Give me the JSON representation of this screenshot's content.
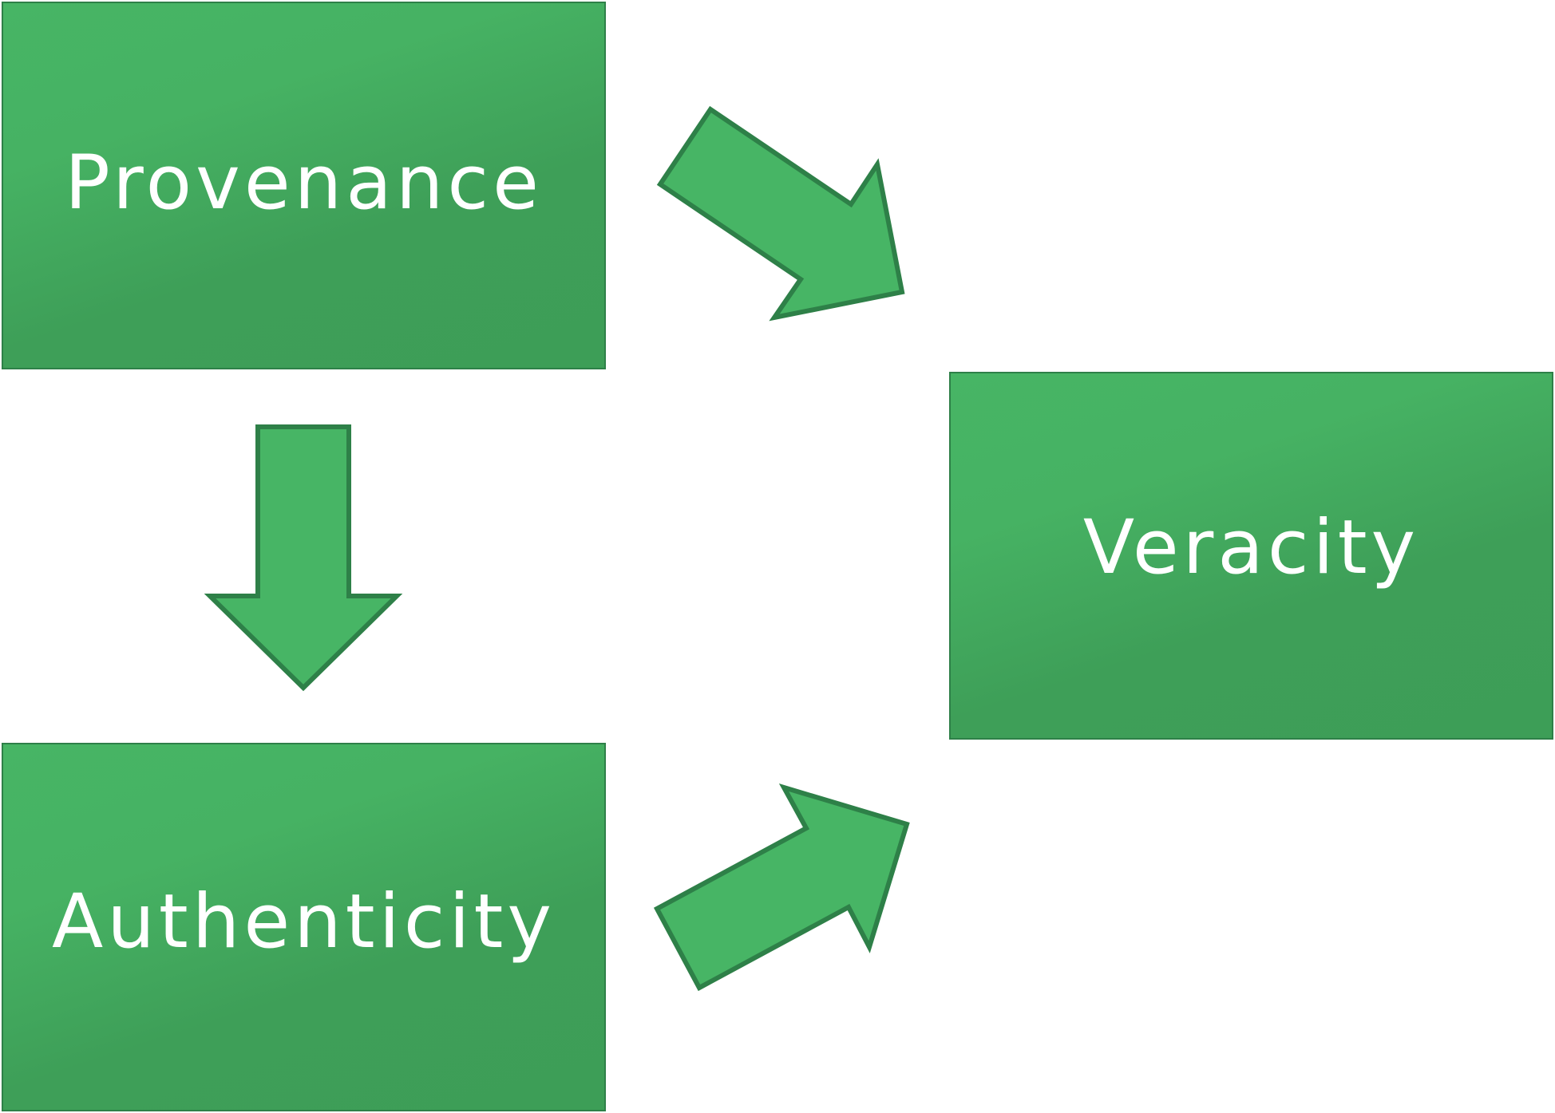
{
  "diagram": {
    "nodes": [
      {
        "id": "provenance",
        "label": "Provenance"
      },
      {
        "id": "authenticity",
        "label": "Authenticity"
      },
      {
        "id": "veracity",
        "label": "Veracity"
      }
    ],
    "edges": [
      {
        "from": "provenance",
        "to": "veracity"
      },
      {
        "from": "provenance",
        "to": "authenticity"
      },
      {
        "from": "authenticity",
        "to": "veracity"
      }
    ],
    "colors": {
      "box_fill_light": "#47b565",
      "box_fill_dark": "#3d9e57",
      "border": "#2e8048",
      "text": "#ffffff",
      "background": "#ffffff"
    }
  }
}
